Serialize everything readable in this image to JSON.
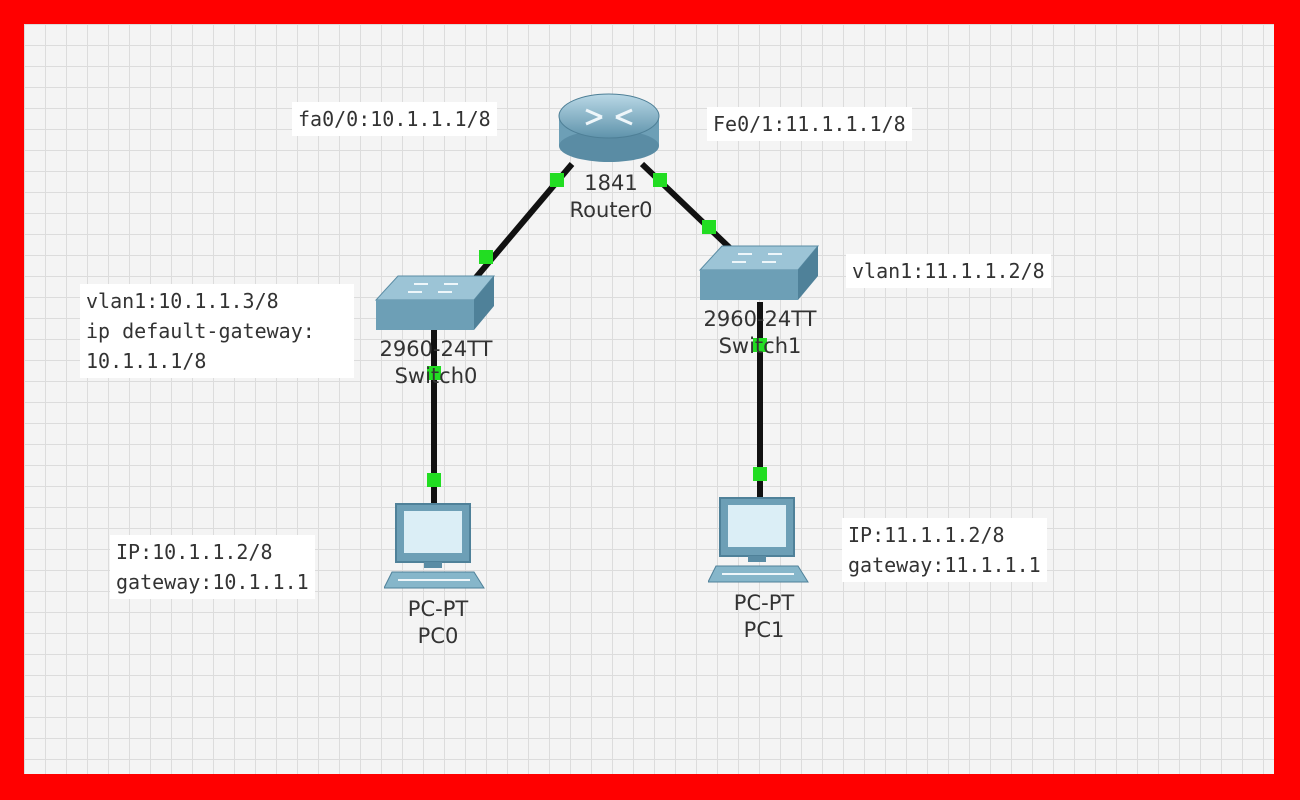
{
  "router": {
    "model": "1841",
    "name": "Router0",
    "if_left": "fa0/0:10.1.1.1/8",
    "if_right": "Fe0/1:11.1.1.1/8"
  },
  "switch0": {
    "model": "2960-24TT",
    "name": "Switch0",
    "notes": [
      "vlan1:10.1.1.3/8",
      "ip default-gateway:",
      "10.1.1.1/8"
    ]
  },
  "switch1": {
    "model": "2960-24TT",
    "name": "Switch1",
    "notes": [
      "vlan1:11.1.1.2/8"
    ]
  },
  "pc0": {
    "model": "PC-PT",
    "name": "PC0",
    "notes": [
      "IP:10.1.1.2/8",
      "gateway:10.1.1.1"
    ]
  },
  "pc1": {
    "model": "PC-PT",
    "name": "PC1",
    "notes": [
      "IP:11.1.1.2/8",
      "gateway:11.1.1.1"
    ]
  },
  "colors": {
    "frame": "#ff0000",
    "link": "#111111",
    "link_up": "#22dd22",
    "device": "#7fb3c8"
  }
}
